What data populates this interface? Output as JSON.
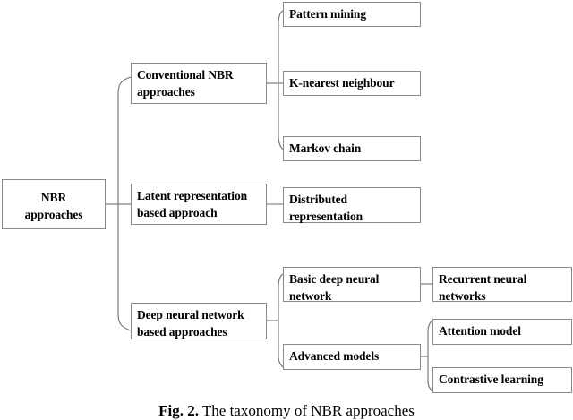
{
  "figure": {
    "caption_label": "Fig. 2.",
    "caption_text": " The taxonomy of NBR approaches",
    "root": {
      "id": "nbr-approaches",
      "label": "NBR\napproaches"
    },
    "level2": [
      {
        "id": "conventional-nbr-approaches",
        "label": "Conventional NBR\napproaches"
      },
      {
        "id": "latent-representation-based-approach",
        "label": "Latent representation\nbased approach"
      },
      {
        "id": "deep-neural-network-based-approaches",
        "label": "Deep neural network\nbased approaches"
      }
    ],
    "level3": [
      {
        "id": "pattern-mining",
        "label": "Pattern mining",
        "parent": "conventional-nbr-approaches"
      },
      {
        "id": "k-nearest-neighbour",
        "label": "K-nearest neighbour",
        "parent": "conventional-nbr-approaches"
      },
      {
        "id": "markov-chain",
        "label": "Markov chain",
        "parent": "conventional-nbr-approaches"
      },
      {
        "id": "distributed-representation",
        "label": "Distributed\nrepresentation",
        "parent": "latent-representation-based-approach"
      },
      {
        "id": "basic-deep-neural-network",
        "label": "Basic deep neural\nnetwork",
        "parent": "deep-neural-network-based-approaches"
      },
      {
        "id": "advanced-models",
        "label": "Advanced models",
        "parent": "deep-neural-network-based-approaches"
      }
    ],
    "level4": [
      {
        "id": "recurrent-neural-networks",
        "label": "Recurrent neural\nnetworks",
        "parent": "basic-deep-neural-network"
      },
      {
        "id": "attention-model",
        "label": "Attention model",
        "parent": "advanced-models"
      },
      {
        "id": "contrastive-learning",
        "label": "Contrastive learning",
        "parent": "advanced-models"
      }
    ],
    "colors": {
      "box_border": "#8a8a8a",
      "connector": "#6e6e6e",
      "text": "#000000",
      "background": "#ffffff"
    }
  }
}
